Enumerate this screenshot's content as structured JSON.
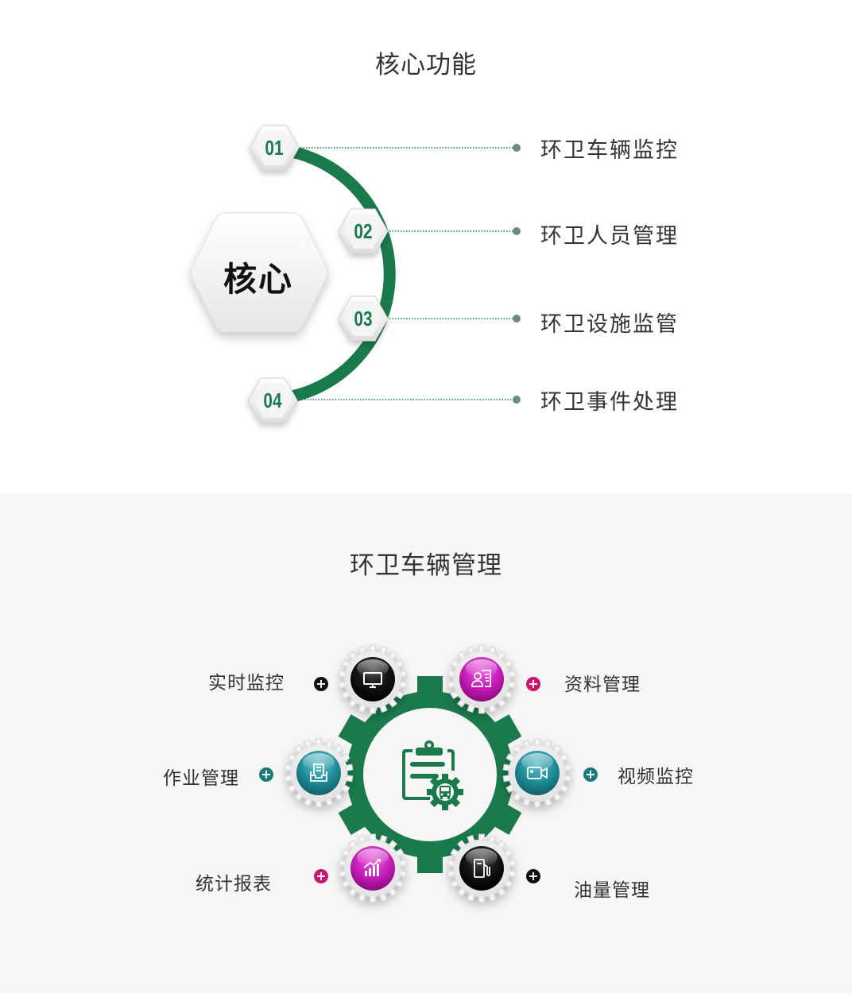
{
  "core_section": {
    "title": "核心功能",
    "center_label": "核心",
    "accent_color": "#1a7a4c",
    "items": [
      {
        "number": "01",
        "label": "环卫车辆监控"
      },
      {
        "number": "02",
        "label": "环卫人员管理"
      },
      {
        "number": "03",
        "label": "环卫设施监管"
      },
      {
        "number": "04",
        "label": "环卫事件处理"
      }
    ]
  },
  "vehicle_section": {
    "title": "环卫车辆管理",
    "center_icon": "clipboard-gear-bus-icon",
    "gear_color": "#1a7a4c",
    "modules": [
      {
        "label": "实时监控",
        "icon": "monitor-icon",
        "color": "#111111",
        "plus_color": "#111111"
      },
      {
        "label": "资料管理",
        "icon": "profile-document-icon",
        "color": "#c61ab8",
        "plus_color": "#c8176d"
      },
      {
        "label": "作业管理",
        "icon": "document-tray-icon",
        "color": "#1e8a96",
        "plus_color": "#1a7a78"
      },
      {
        "label": "视频监控",
        "icon": "video-camera-icon",
        "color": "#1e8a96",
        "plus_color": "#1a7a78"
      },
      {
        "label": "统计报表",
        "icon": "bar-chart-trend-icon",
        "color": "#c61ab8",
        "plus_color": "#c8176d"
      },
      {
        "label": "油量管理",
        "icon": "fuel-pump-icon",
        "color": "#111111",
        "plus_color": "#111111"
      }
    ]
  }
}
